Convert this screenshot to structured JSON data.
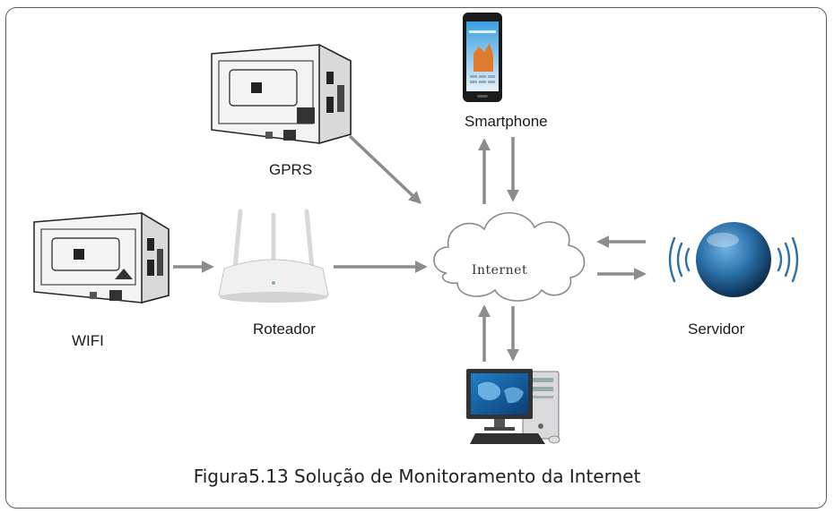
{
  "nodes": {
    "gprs": "GPRS",
    "wifi": "WIFI",
    "router": "Roteador",
    "smartphone": "Smartphone",
    "internet": "Internet",
    "server": "Servidor"
  },
  "caption": "Figura5.13 Solução de Monitoramento da Internet",
  "colors": {
    "arrow": "#8c8c8c",
    "frame": "#5a5a5a",
    "server_globe": "#2a6fa6"
  },
  "icons": [
    "inverter-gprs-icon",
    "inverter-wifi-icon",
    "router-icon",
    "smartphone-icon",
    "cloud-icon",
    "server-globe-icon",
    "desktop-computer-icon"
  ]
}
